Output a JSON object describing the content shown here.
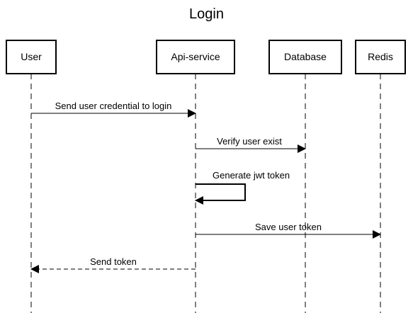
{
  "title": "Login",
  "actors": [
    {
      "id": "user",
      "label": "User"
    },
    {
      "id": "api",
      "label": "Api-service"
    },
    {
      "id": "db",
      "label": "Database"
    },
    {
      "id": "redis",
      "label": "Redis"
    }
  ],
  "messages": [
    {
      "label": "Send user credential to login",
      "from": "user",
      "to": "api",
      "style": "solid"
    },
    {
      "label": "Verify user exist",
      "from": "api",
      "to": "db",
      "style": "solid"
    },
    {
      "label": "Generate jwt token",
      "from": "api",
      "to": "api",
      "style": "solid"
    },
    {
      "label": "Save user token",
      "from": "api",
      "to": "redis",
      "style": "solid"
    },
    {
      "label": "Send token",
      "from": "api",
      "to": "user",
      "style": "dashed"
    }
  ]
}
